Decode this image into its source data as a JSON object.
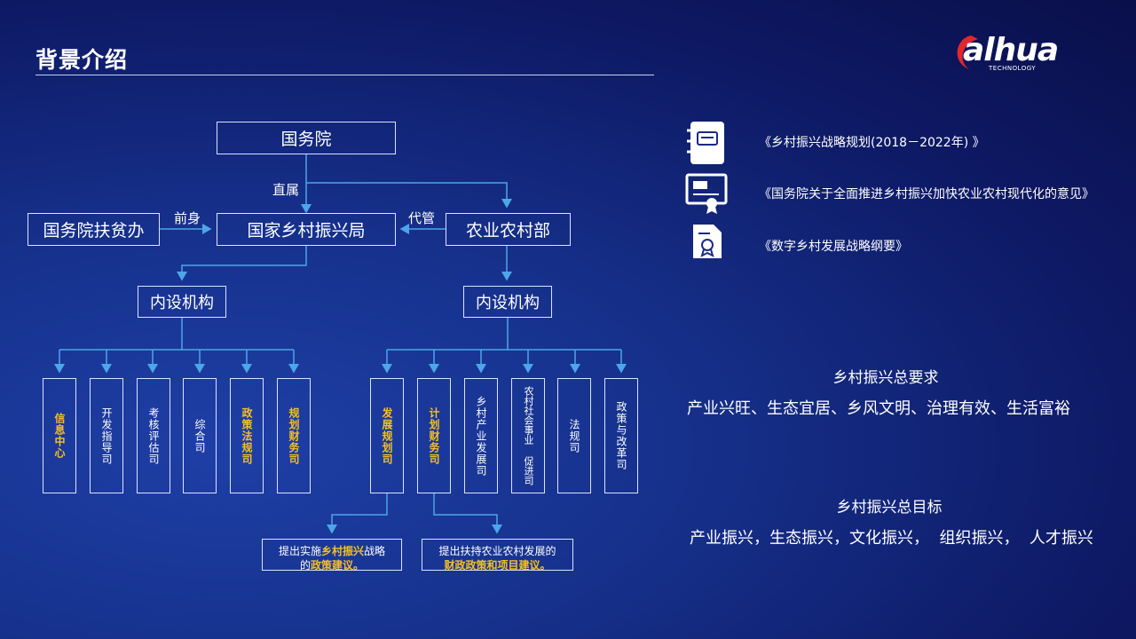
{
  "header": {
    "title": "背景介绍"
  },
  "logo": {
    "brand": "alhua",
    "sub": "TECHNOLOGY"
  },
  "org": {
    "state_council": "国务院",
    "poverty_office": "国务院扶贫办",
    "bureau": "国家乡村振兴局",
    "ministry": "农业农村部",
    "inner_left": "内设机构",
    "inner_right": "内设机构",
    "rel_direct": "直属",
    "rel_predecessor": "前身",
    "rel_acting": "代管",
    "left_depts": [
      "信息中心",
      "开发指导司",
      "考核评估司",
      "综合司",
      "政策法规司",
      "规划财务司"
    ],
    "right_depts": [
      "发展规划司",
      "计划财务司",
      "乡村产业发展司",
      "农村社会事业 促进司",
      "法规司",
      "政策与改革司"
    ],
    "note1": {
      "pre": "提出实施",
      "hl1": "乡村振兴",
      "mid": "战略",
      "line2_pre": "的",
      "hl2": "政策建议。"
    },
    "note2": {
      "line1": "提出扶持农业农村发展的",
      "hl": "财政政策和项目建议。"
    }
  },
  "documents": [
    {
      "icon": "notebook-icon",
      "text": "《乡村振兴战略规划(2018－2022年) 》"
    },
    {
      "icon": "certificate-icon",
      "text": "《国务院关于全面推进乡村振兴加快农业农村现代化的意见》"
    },
    {
      "icon": "document-award-icon",
      "text": "《数字乡村发展战略纲要》"
    }
  ],
  "requirements": {
    "title": "乡村振兴总要求",
    "body": "产业兴旺、生态宜居、乡风文明、治理有效、生活富裕"
  },
  "goals": {
    "title": "乡村振兴总目标",
    "body": "产业振兴，生态振兴，文化振兴，  组织振兴，  人才振兴"
  },
  "colors": {
    "highlight": "#f5c022",
    "line": "#4da6e8",
    "border": "#dbe3ff"
  }
}
